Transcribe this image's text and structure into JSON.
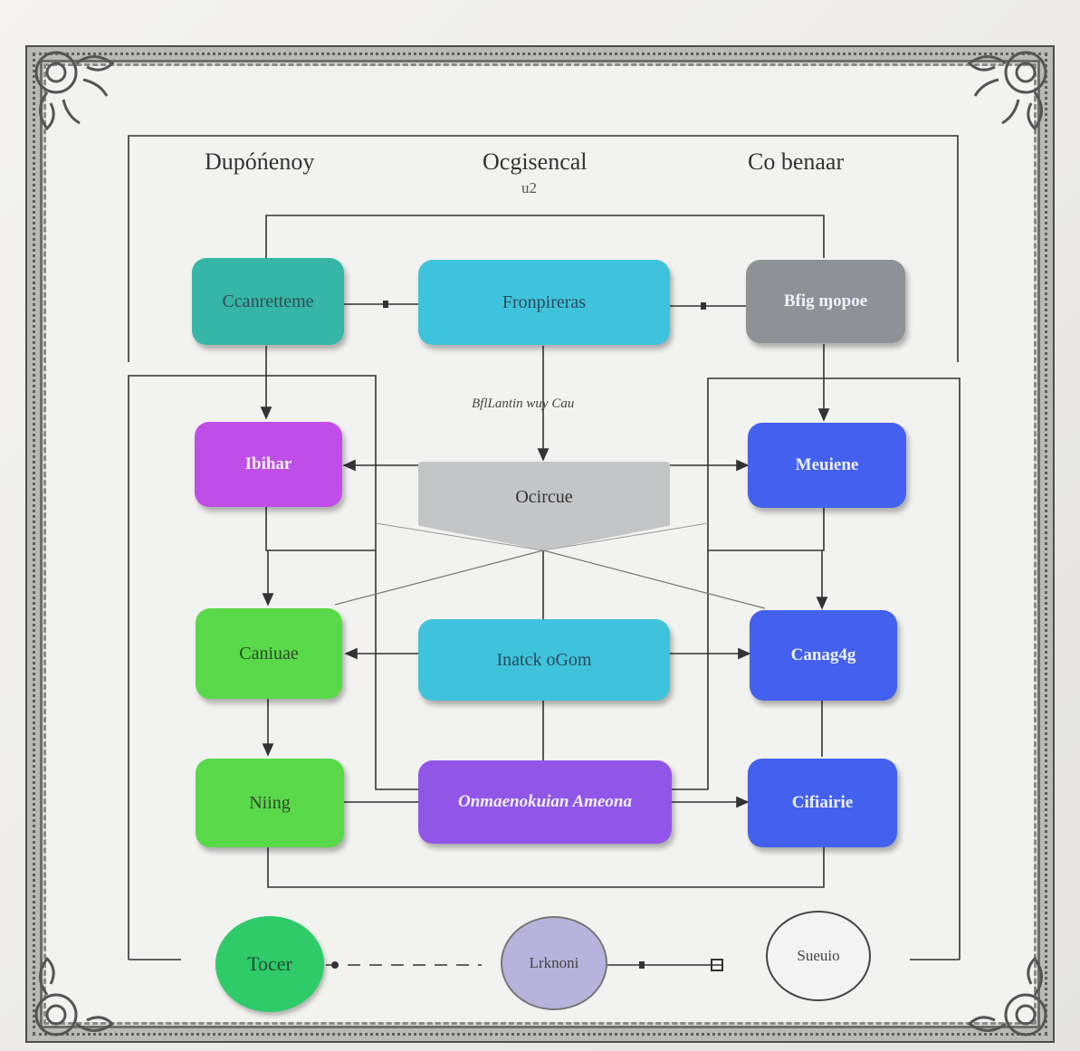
{
  "headings": {
    "left": "Dupóńenoy",
    "center": "Ocgisencal",
    "center_sub": "u2",
    "right": "Co benaar"
  },
  "nodes": {
    "top_left": "Ccanretteme",
    "top_center": "Fronpireras",
    "top_right": "Bfig ɱopoe",
    "row2_left": "Ibihar",
    "row2_center": "Ocircue",
    "row2_right": "Meuiene",
    "row3_left": "Caniuae",
    "row3_center": "Inatck oGom",
    "row3_right": "Canag4g",
    "row4_left": "Niing",
    "row4_center": "Onmaenokuian Ameona",
    "row4_right": "Cifiairie"
  },
  "edge_labels": {
    "center_link": "BflLantin wuy Cau"
  },
  "circles": {
    "left": "Tocer",
    "center": "Lrknoni",
    "right": "Sueuio"
  },
  "colors": {
    "teal": "#36b6a6",
    "cyan": "#3fc3dc",
    "gray": "#8e9296",
    "magenta": "#bf4ee8",
    "light_gray": "#c4c5c7",
    "blue": "#4361ee",
    "green": "#59d94a",
    "purple": "#9156e8",
    "circle_green": "#2ecb68",
    "circle_lavender": "#b7b3dc"
  }
}
